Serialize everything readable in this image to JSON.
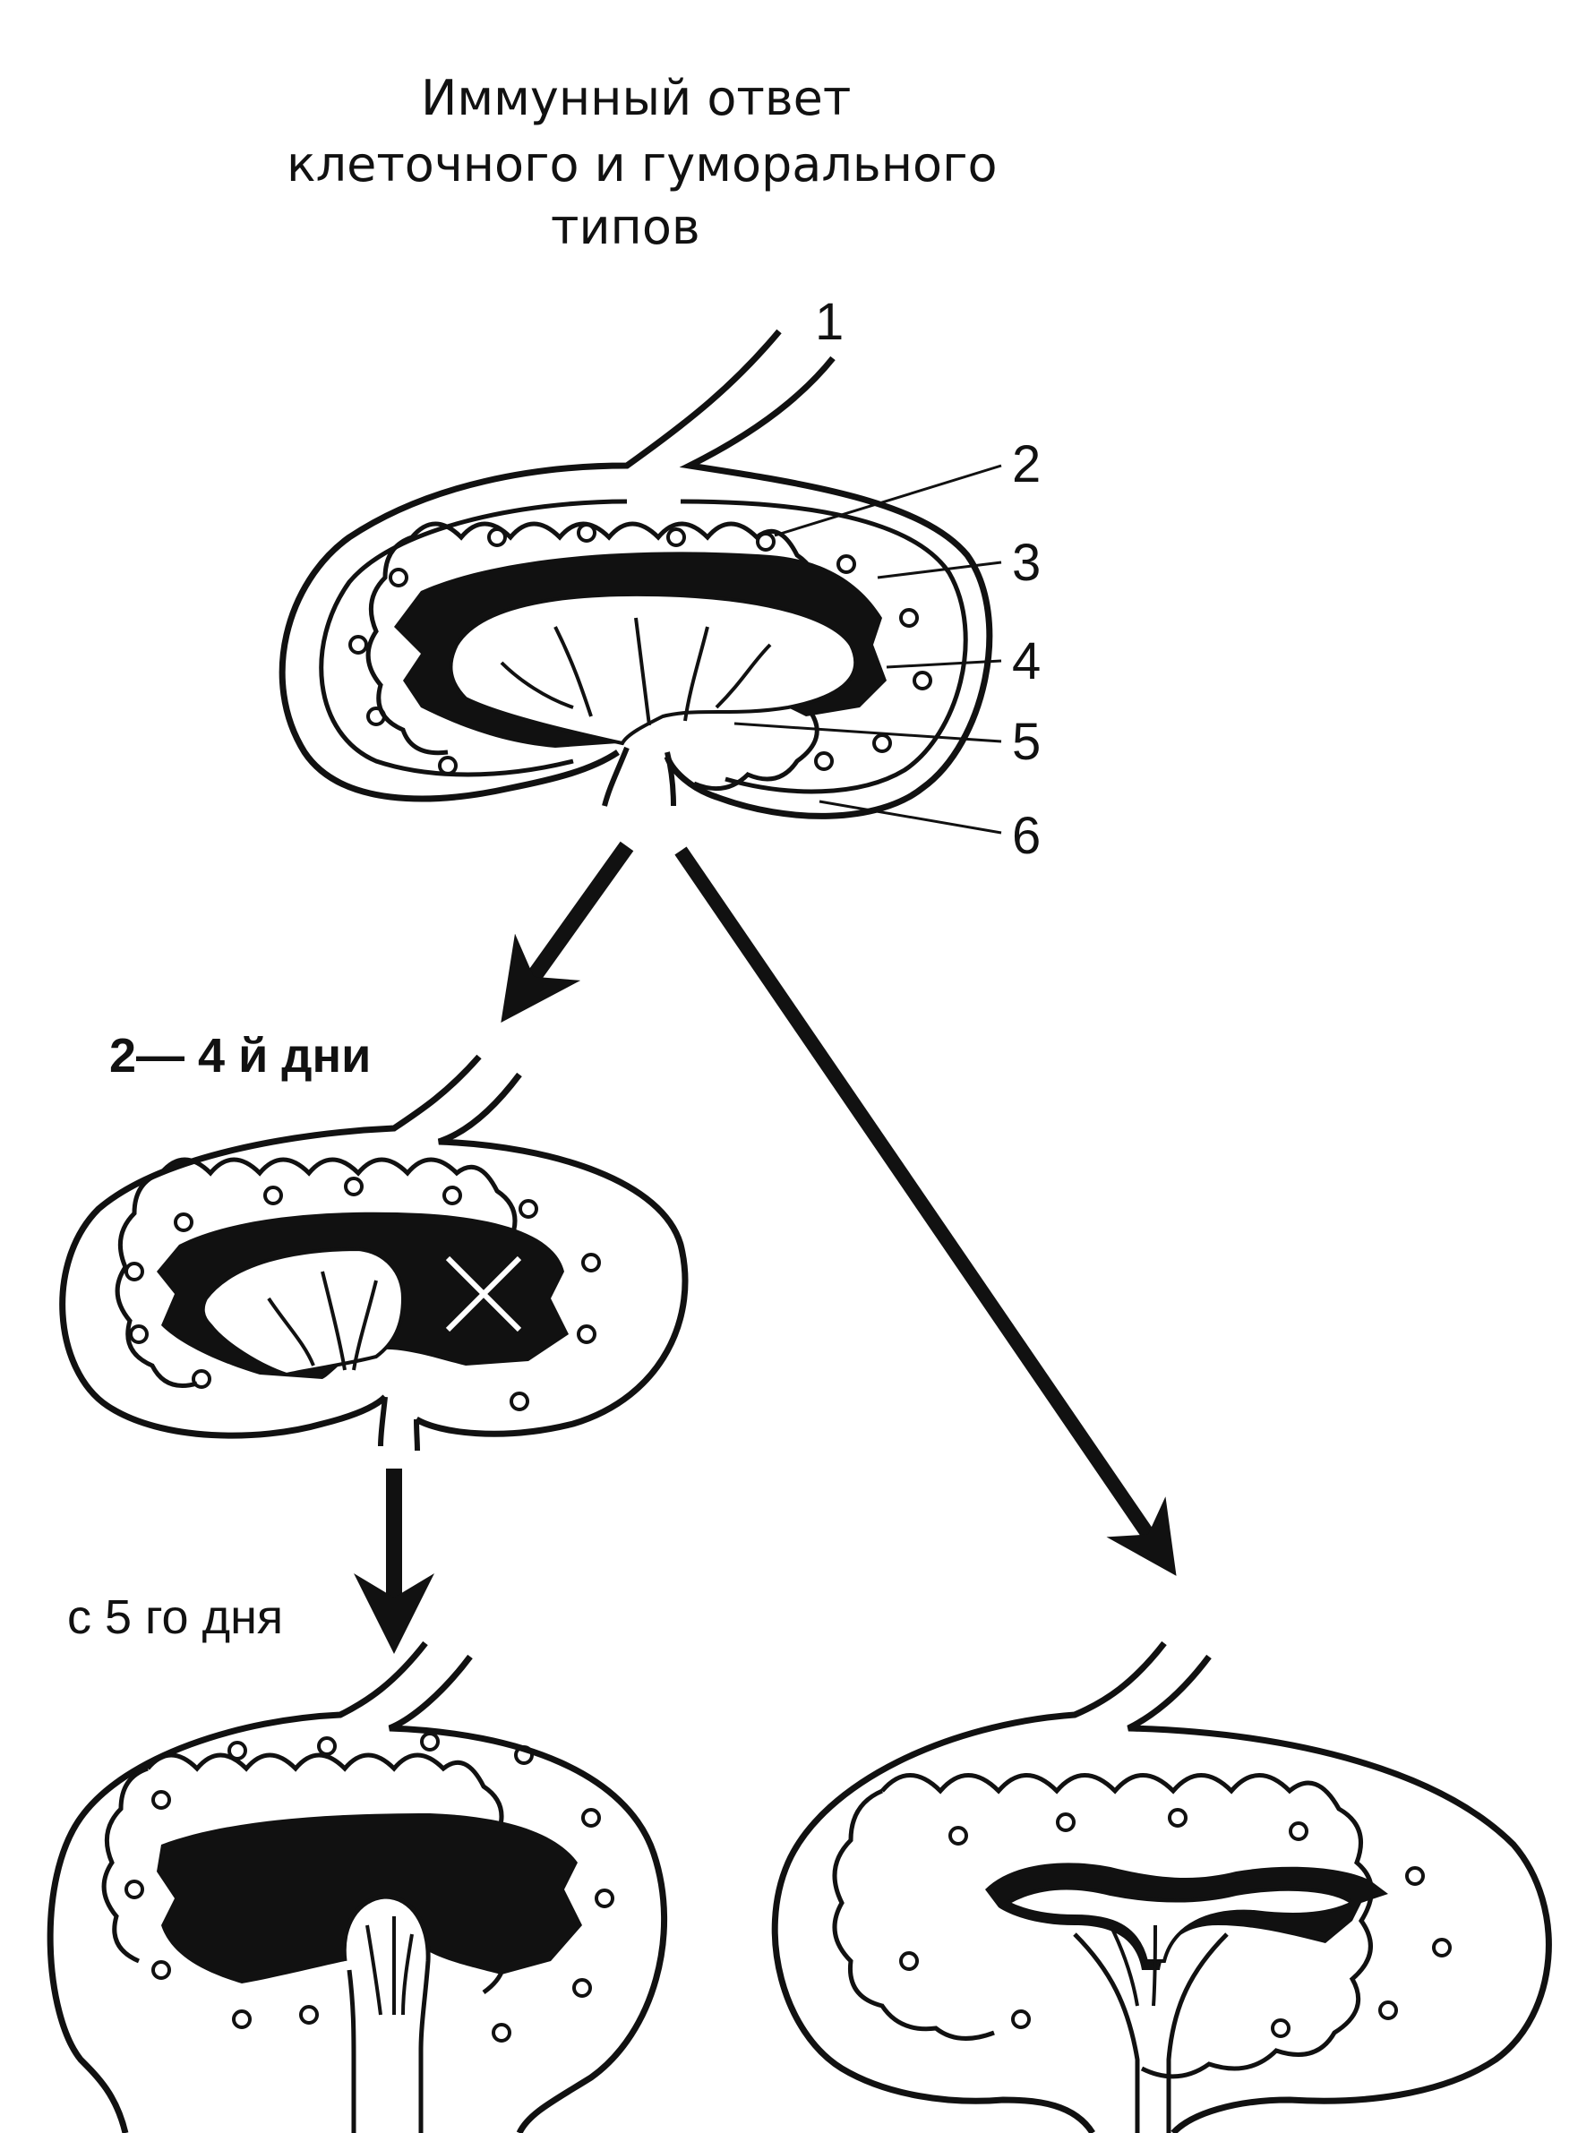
{
  "title": {
    "line1": "Иммунный ответ",
    "line2": "клеточного и  гуморального",
    "line3": "типов"
  },
  "labels": [
    "1",
    "2",
    "3",
    "4",
    "5",
    "6"
  ],
  "stages": {
    "early": "2— 4 й дни",
    "late": "с 5 го дня"
  },
  "colors": {
    "ink": "#111111",
    "paper": "#ffffff"
  }
}
